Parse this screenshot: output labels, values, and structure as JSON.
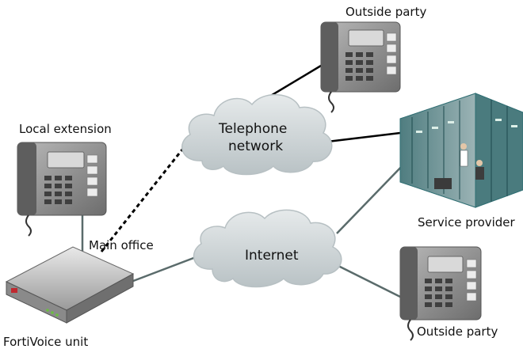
{
  "labels": {
    "outside_party_top": "Outside party",
    "local_extension": "Local extension",
    "main_office": "Main office",
    "fortivoice_unit": "FortiVoice unit",
    "telephone_network_line1": "Telephone",
    "telephone_network_line2": "network",
    "internet": "Internet",
    "service_provider": "Service provider",
    "outside_party_bottom": "Outside party"
  },
  "colors": {
    "link_solid": "#000000",
    "link_gray": "#5a6b6b",
    "cloud_fill": "#cfd6d8",
    "cloud_stroke": "#b7c0c3",
    "phone_dark": "#6e6e6e",
    "phone_light": "#a7a7a7",
    "rack_teal": "#2f6f74"
  }
}
